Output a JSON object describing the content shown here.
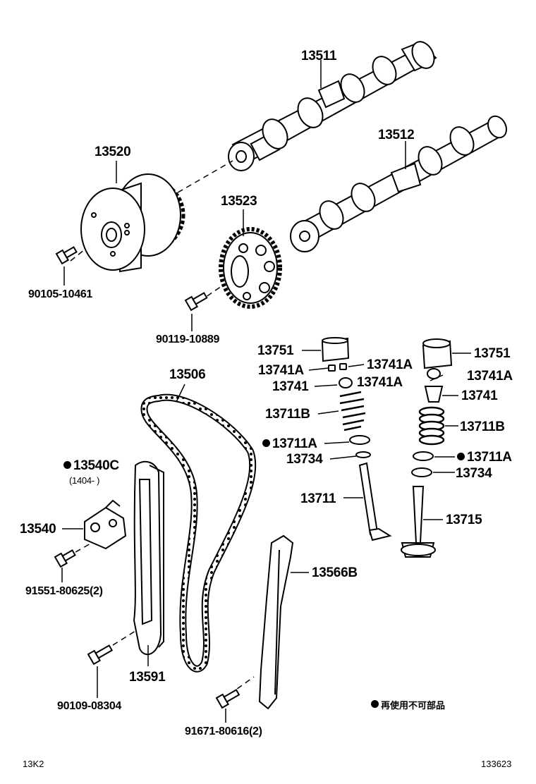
{
  "labels": {
    "p13511": "13511",
    "p13512": "13512",
    "p13520": "13520",
    "p13523": "13523",
    "p90105": "90105-10461",
    "p90119": "90119-10889",
    "p13751_left": "13751",
    "p13751_right": "13751",
    "p13741A_l1": "13741A",
    "p13741A_l2": "13741A",
    "p13741A_r1": "13741A",
    "p13741A_r2": "13741A",
    "p13741_left": "13741",
    "p13741_right": "13741",
    "p13711B_left": "13711B",
    "p13711B_right": "13711B",
    "p13711A_left": "13711A",
    "p13711A_right": "13711A",
    "p13734_left": "13734",
    "p13734_right": "13734",
    "p13711": "13711",
    "p13715": "13715",
    "p13506": "13506",
    "p13540C": "13540C",
    "p13540C_note": "(1404-      )",
    "p13540": "13540",
    "p91551": "91551-80625(2)",
    "p13566B": "13566B",
    "p13591": "13591",
    "p90109": "90109-08304",
    "p91671": "91671-80616(2)"
  },
  "legend": {
    "text": "再使用不可部品"
  },
  "footer": {
    "left_code": "13K2",
    "right_code": "133623"
  }
}
